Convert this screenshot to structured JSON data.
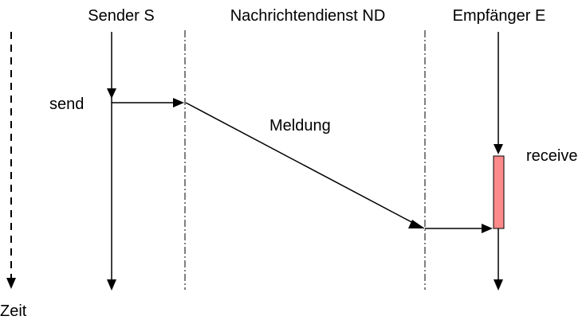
{
  "labels": {
    "sender": "Sender S",
    "service": "Nachrichtendienst ND",
    "receiver": "Empfänger E",
    "send": "send",
    "message": "Meldung",
    "receive": "receive",
    "time": "Zeit"
  },
  "colors": {
    "line": "#000000",
    "receive_box_fill": "#ff8a8a",
    "receive_box_stroke": "#000000"
  }
}
